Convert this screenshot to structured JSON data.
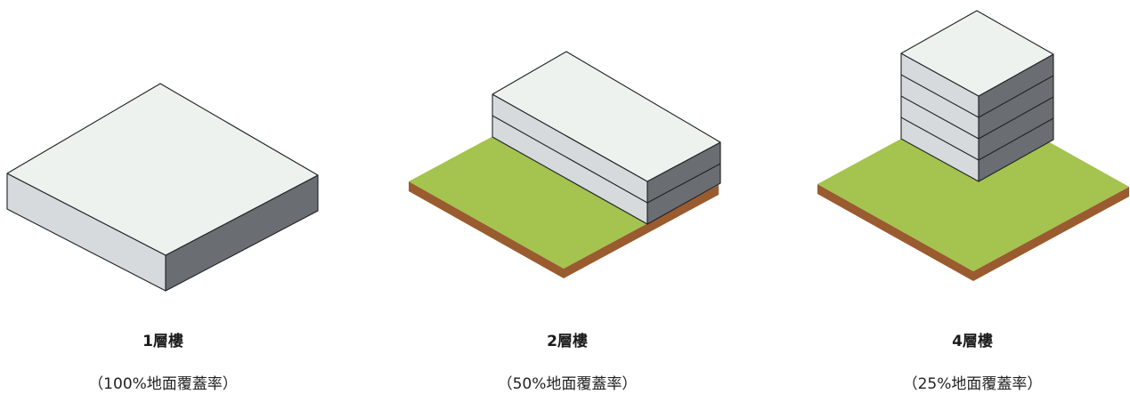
{
  "panels": [
    {
      "title": "1層樓",
      "coverage": "（100%地面覆蓋率）",
      "floors": 1,
      "coverage_percent": 100
    },
    {
      "title": "2層樓",
      "coverage": "（50%地面覆蓋率）",
      "floors": 2,
      "coverage_percent": 50
    },
    {
      "title": "4層樓",
      "coverage": "（25%地面覆蓋率）",
      "floors": 4,
      "coverage_percent": 25
    }
  ],
  "colors": {
    "roof": "#eef2ee",
    "wall_light": "#d6dadd",
    "wall_dark": "#6a6e73",
    "grass": "#a4c34f",
    "soil": "#9a5b2f",
    "outline": "#1f2326"
  }
}
